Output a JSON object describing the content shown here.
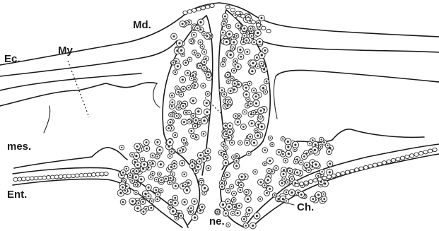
{
  "figure": {
    "labels": {
      "md": "Md.",
      "ec": "Ec.",
      "my": "My",
      "mes": "mes.",
      "ent": "Ent.",
      "ne": "ne.",
      "ch": "Ch."
    }
  }
}
